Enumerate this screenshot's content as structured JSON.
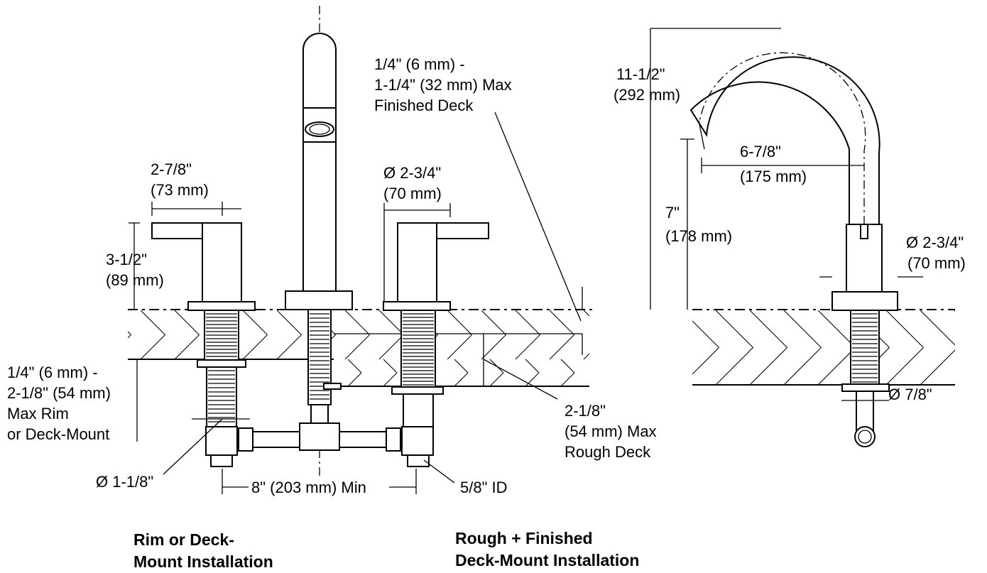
{
  "dimensions": {
    "handle_width": [
      "2-7/8\"",
      "(73 mm)"
    ],
    "handle_height": [
      "3-1/2\"",
      "(89 mm)"
    ],
    "escutcheon_dia_left": [
      "Ø 2-3/4\"",
      "(70 mm)"
    ],
    "finished_deck": [
      "1/4\" (6 mm) -",
      "1-1/4\" (32 mm) Max",
      "Finished Deck"
    ],
    "rim_deck": [
      "1/4\" (6 mm) -",
      "2-1/8\" (54 mm)",
      "Max Rim",
      "or Deck-Mount"
    ],
    "rough_deck": [
      "2-1/8\"",
      "(54 mm) Max",
      "Rough Deck"
    ],
    "shank_dia": "Ø 1-1/8\"",
    "spread": "8\" (203 mm) Min",
    "inlet_id": "5/8\" ID",
    "spout_height": [
      "11-1/2\"",
      "(292 mm)"
    ],
    "spout_reach": [
      "6-7/8\"",
      "(175 mm)"
    ],
    "spout_outlet_height": [
      "7\"",
      "(178 mm)"
    ],
    "spout_base_dia": [
      "Ø 2-3/4\"",
      "(70 mm)"
    ],
    "spout_shank_dia": "Ø 7/8\""
  },
  "captions": {
    "left": [
      "Rim or Deck-",
      "Mount Installation"
    ],
    "right": [
      "Rough + Finished",
      "Deck-Mount Installation"
    ]
  }
}
